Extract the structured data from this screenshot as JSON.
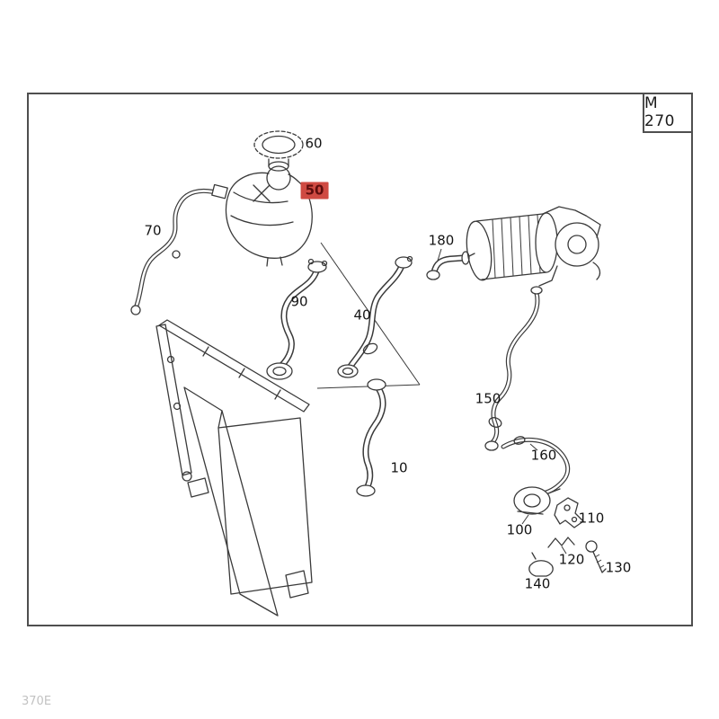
{
  "diagram": {
    "code": "M 270",
    "watermark": "370E",
    "line_color": "#3a3a3a",
    "highlight": {
      "part": "50",
      "bg": "#cf4a42",
      "text_color": "#5e0d0d"
    },
    "parts": {
      "p10": "10",
      "p40": "40",
      "p50": "50",
      "p60": "60",
      "p70": "70",
      "p90": "90",
      "p100": "100",
      "p110": "110",
      "p120": "120",
      "p130": "130",
      "p140": "140",
      "p150": "150",
      "p160": "160",
      "p180": "180"
    }
  }
}
